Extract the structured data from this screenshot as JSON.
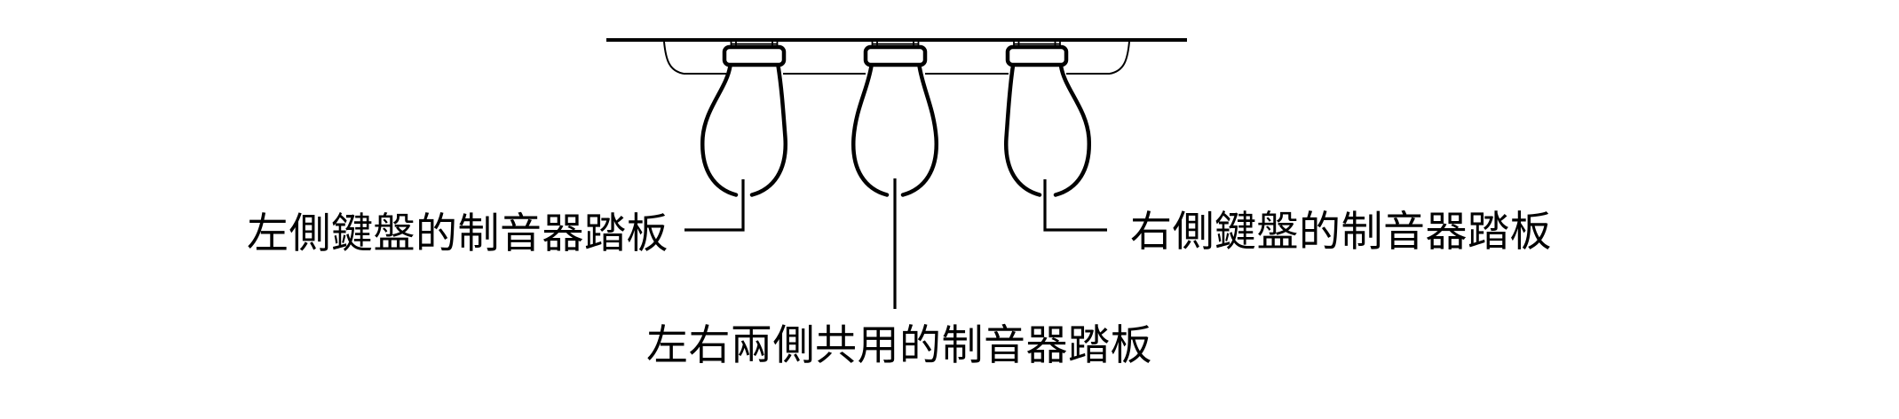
{
  "page": {
    "background_color": "#ffffff",
    "ink_color": "#000000"
  },
  "diagram": {
    "type": "line-drawing",
    "subject": "underside view of three piano damper pedals hanging from the keybed",
    "parts": [
      "keybed-bar",
      "pedal-recess-panel",
      "left-pedal",
      "center-pedal",
      "right-pedal"
    ]
  },
  "labels": {
    "left": {
      "text": "左側鍵盤的制音器踏板",
      "target": "left-pedal"
    },
    "center": {
      "text": "左右兩側共用的制音器踏板",
      "target": "center-pedal"
    },
    "right": {
      "text": "右側鍵盤的制音器踏板",
      "target": "right-pedal"
    }
  }
}
